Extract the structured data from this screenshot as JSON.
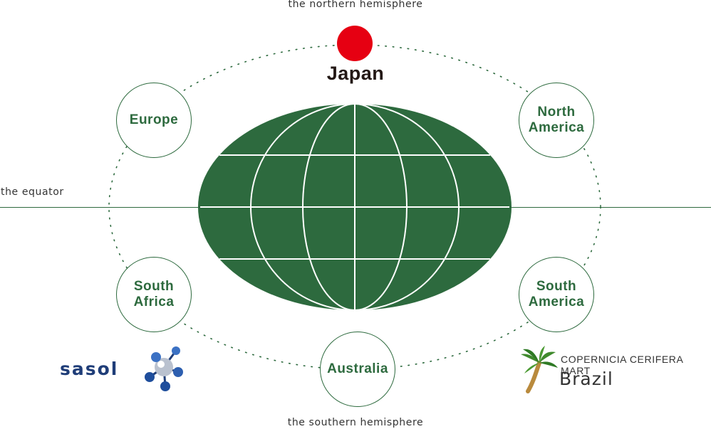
{
  "labels": {
    "north": "the northern hemisphere",
    "south": "the southern hemisphere",
    "equator": "the equator"
  },
  "center": {
    "name": "Japan",
    "sun_color": "#e60012"
  },
  "regions": {
    "europe": "Europe",
    "north_america": "North\nAmerica",
    "south_africa": "South\nAfrica",
    "south_america": "South\nAmerica",
    "australia": "Australia"
  },
  "logos": {
    "sasol": "sasol",
    "palm_species": "COPERNICIA CERIFERA MART",
    "palm_origin": "Brazil"
  },
  "colors": {
    "globe": "#2d6a3e",
    "accent": "#e60012",
    "sasol_blue": "#1f3d78"
  }
}
